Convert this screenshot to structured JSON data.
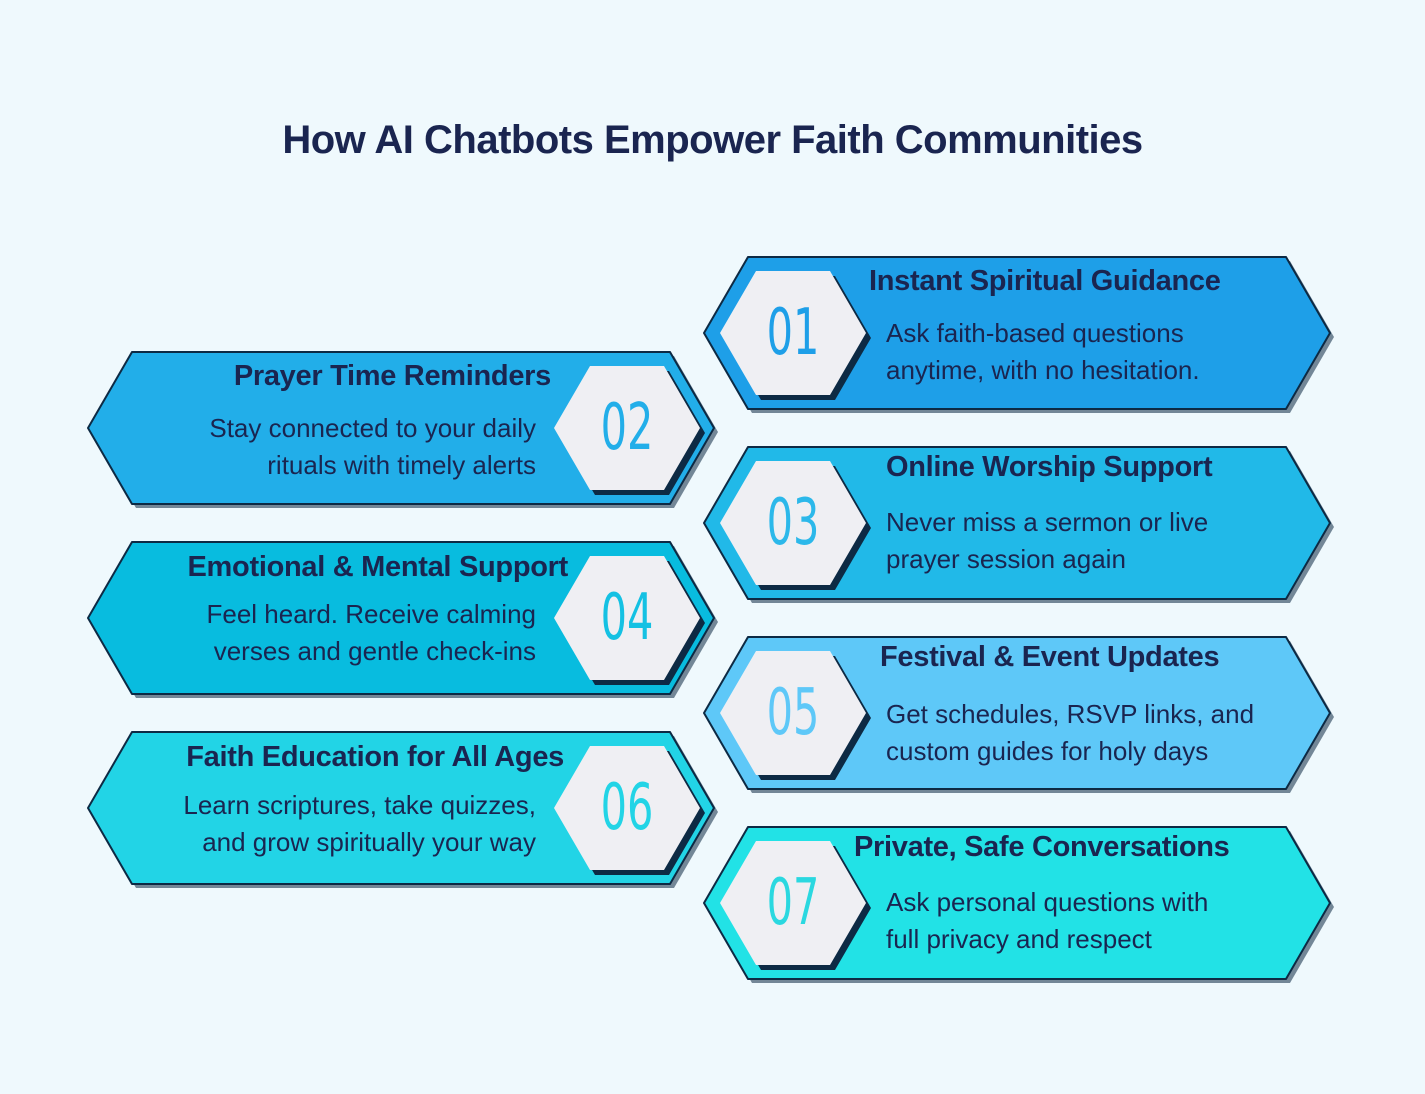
{
  "title": "How AI Chatbots Empower Faith Communities",
  "items": [
    {
      "number": "01",
      "heading": "Instant Spiritual Guidance",
      "line1": "Ask faith-based questions",
      "line2": "anytime, with no hesitation.",
      "color": "#1e9fe8",
      "num_color": "#1e9fe8"
    },
    {
      "number": "02",
      "heading": "Prayer Time Reminders",
      "line1": "Stay connected to your daily",
      "line2": "rituals with timely alerts",
      "color": "#22aee9",
      "num_color": "#22aee9"
    },
    {
      "number": "03",
      "heading": "Online Worship Support",
      "line1": "Never miss a sermon or live",
      "line2": "prayer session again",
      "color": "#21b9e8",
      "num_color": "#2cb8ea"
    },
    {
      "number": "04",
      "heading": "Emotional & Mental Support",
      "line1": "Feel heard. Receive calming",
      "line2": "verses and gentle check-ins",
      "color": "#08bcdf",
      "num_color": "#14c1e3"
    },
    {
      "number": "05",
      "heading": "Festival & Event Updates",
      "line1": "Get schedules, RSVP links, and",
      "line2": "custom guides for holy days",
      "color": "#5ec8f8",
      "num_color": "#5ec8f8"
    },
    {
      "number": "06",
      "heading": "Faith Education for All Ages",
      "line1": "Learn scriptures, take quizzes,",
      "line2": "and grow spiritually your way",
      "color": "#22d4e6",
      "num_color": "#22d4e6"
    },
    {
      "number": "07",
      "heading": "Private, Safe Conversations",
      "line1": "Ask personal questions with",
      "line2": "full privacy and respect",
      "color": "#22e2e6",
      "num_color": "#2ad8e0"
    }
  ]
}
